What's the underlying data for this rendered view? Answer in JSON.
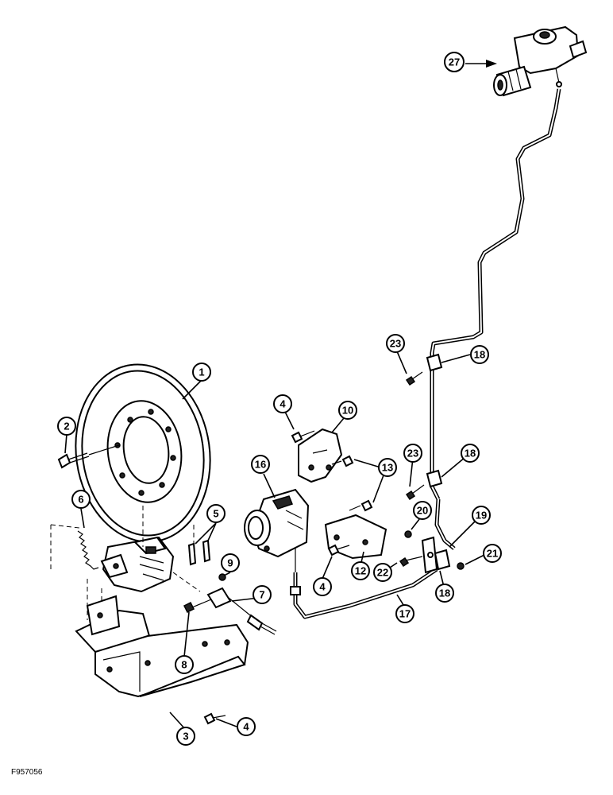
{
  "figure_code": "F957056",
  "callouts": [
    {
      "id": "c1",
      "label": "1"
    },
    {
      "id": "c2",
      "label": "2"
    },
    {
      "id": "c3",
      "label": "3"
    },
    {
      "id": "c4a",
      "label": "4"
    },
    {
      "id": "c4b",
      "label": "4"
    },
    {
      "id": "c4c",
      "label": "4"
    },
    {
      "id": "c5",
      "label": "5"
    },
    {
      "id": "c6",
      "label": "6"
    },
    {
      "id": "c7",
      "label": "7"
    },
    {
      "id": "c8",
      "label": "8"
    },
    {
      "id": "c9",
      "label": "9"
    },
    {
      "id": "c10",
      "label": "10"
    },
    {
      "id": "c12",
      "label": "12"
    },
    {
      "id": "c13",
      "label": "13"
    },
    {
      "id": "c16",
      "label": "16"
    },
    {
      "id": "c17",
      "label": "17"
    },
    {
      "id": "c18a",
      "label": "18"
    },
    {
      "id": "c18b",
      "label": "18"
    },
    {
      "id": "c18c",
      "label": "18"
    },
    {
      "id": "c19",
      "label": "19"
    },
    {
      "id": "c20",
      "label": "20"
    },
    {
      "id": "c21",
      "label": "21"
    },
    {
      "id": "c22",
      "label": "22"
    },
    {
      "id": "c23a",
      "label": "23"
    },
    {
      "id": "c23b",
      "label": "23"
    },
    {
      "id": "c27",
      "label": "27"
    }
  ]
}
